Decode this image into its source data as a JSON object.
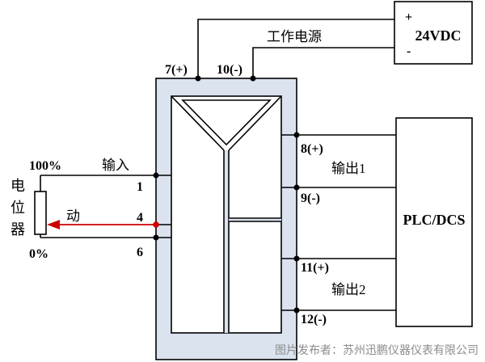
{
  "power_supply": {
    "plus": "+",
    "minus": "-",
    "label": "24VDC"
  },
  "power_label": "工作电源",
  "terminals": {
    "t7": "7(+)",
    "t10": "10(-)",
    "t1": "1",
    "t4": "4",
    "t6": "6",
    "t8": "8(+)",
    "t9": "9(-)",
    "t11": "11(+)",
    "t12": "12(-)"
  },
  "input": {
    "label": "输入",
    "max_label": "100%",
    "min_label": "0%",
    "device": "电位器",
    "wiper_label": "动"
  },
  "outputs": {
    "out1": "输出1",
    "out2": "输出2"
  },
  "controller": {
    "label": "PLC/DCS"
  },
  "watermark": "图片发布者：苏州迅鹏仪器仪表有限公司",
  "colors": {
    "module_fill": "#dbe3ee",
    "wiper": "#cc0000",
    "watermark": "#8c8c8c"
  }
}
